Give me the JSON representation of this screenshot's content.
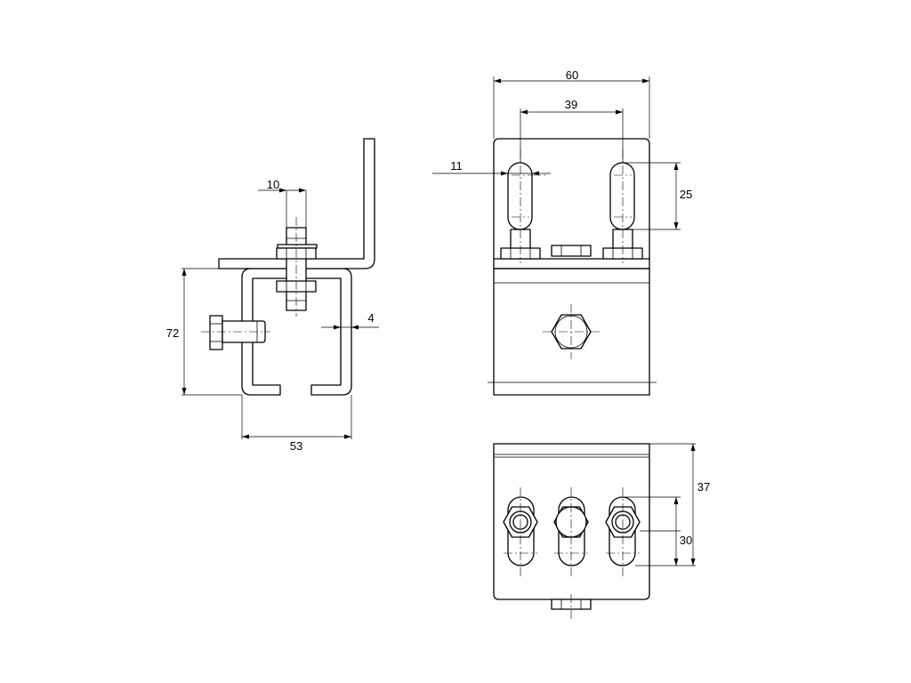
{
  "dimensions": {
    "side_bolt_width": "10",
    "side_height": "72",
    "side_wall": "4",
    "side_width": "53",
    "front_width": "60",
    "front_slot_spacing": "39",
    "front_slot_offset": "11",
    "front_slot_length": "25",
    "bottom_depth": "37",
    "bottom_slot_length": "30"
  },
  "colors": {
    "line": "#000000",
    "background": "#ffffff"
  }
}
